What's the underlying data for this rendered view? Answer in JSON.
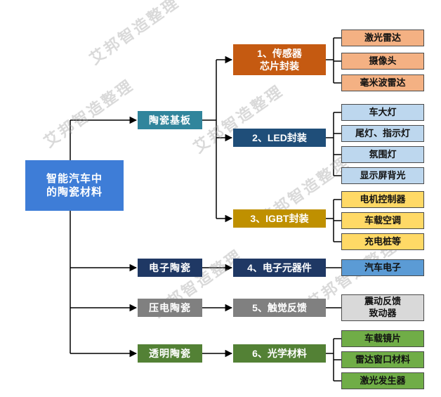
{
  "watermark": "艾邦智造整理",
  "palette": {
    "root_blue": "#3E7DD7",
    "teal": "#31859C",
    "navy": "#1F3864",
    "gray": "#808080",
    "dark_green": "#538135",
    "orange": "#C55A11",
    "dark_blue": "#1F4E79",
    "gold": "#BF9000",
    "light_orange": "#F4B183",
    "light_blue": "#BDD7EE",
    "light_yellow": "#FFD966",
    "medium_blue": "#5B9BD5",
    "light_gray": "#D9D9D9",
    "green": "#70AD47"
  },
  "root": {
    "label": "智能汽车中\n的陶瓷材料"
  },
  "branches": {
    "ceramic_substrate": {
      "label": "陶瓷基板"
    },
    "electronic_ceramics": {
      "label": "电子陶瓷"
    },
    "piezo_ceramics": {
      "label": "压电陶瓷"
    },
    "transparent_ceramics": {
      "label": "透明陶瓷"
    }
  },
  "categories": {
    "sensor_chip_packaging": {
      "label": "1、传感器\n芯片封装"
    },
    "led_packaging": {
      "label": "2、LED封装"
    },
    "igbt_packaging": {
      "label": "3、IGBT封装"
    },
    "electronic_components": {
      "label": "4、电子元器件"
    },
    "haptic_feedback": {
      "label": "5、触觉反馈"
    },
    "optical_materials": {
      "label": "6、光学材料"
    }
  },
  "leaves": {
    "lidar": "激光雷达",
    "camera": "摄像头",
    "mmwave_radar": "毫米波雷达",
    "headlight": "车大灯",
    "taillight": "尾灯、指示灯",
    "ambient_light": "氛围灯",
    "display_backlight": "显示屏背光",
    "motor_controller": "电机控制器",
    "car_ac": "车载空调",
    "charging_pile": "充电桩等",
    "auto_electronics": "汽车电子",
    "vibration_actuator": "震动反馈\n致动器",
    "car_lens": "车载镜片",
    "radar_window": "雷达窗口材料",
    "laser_generator": "激光发生器"
  }
}
